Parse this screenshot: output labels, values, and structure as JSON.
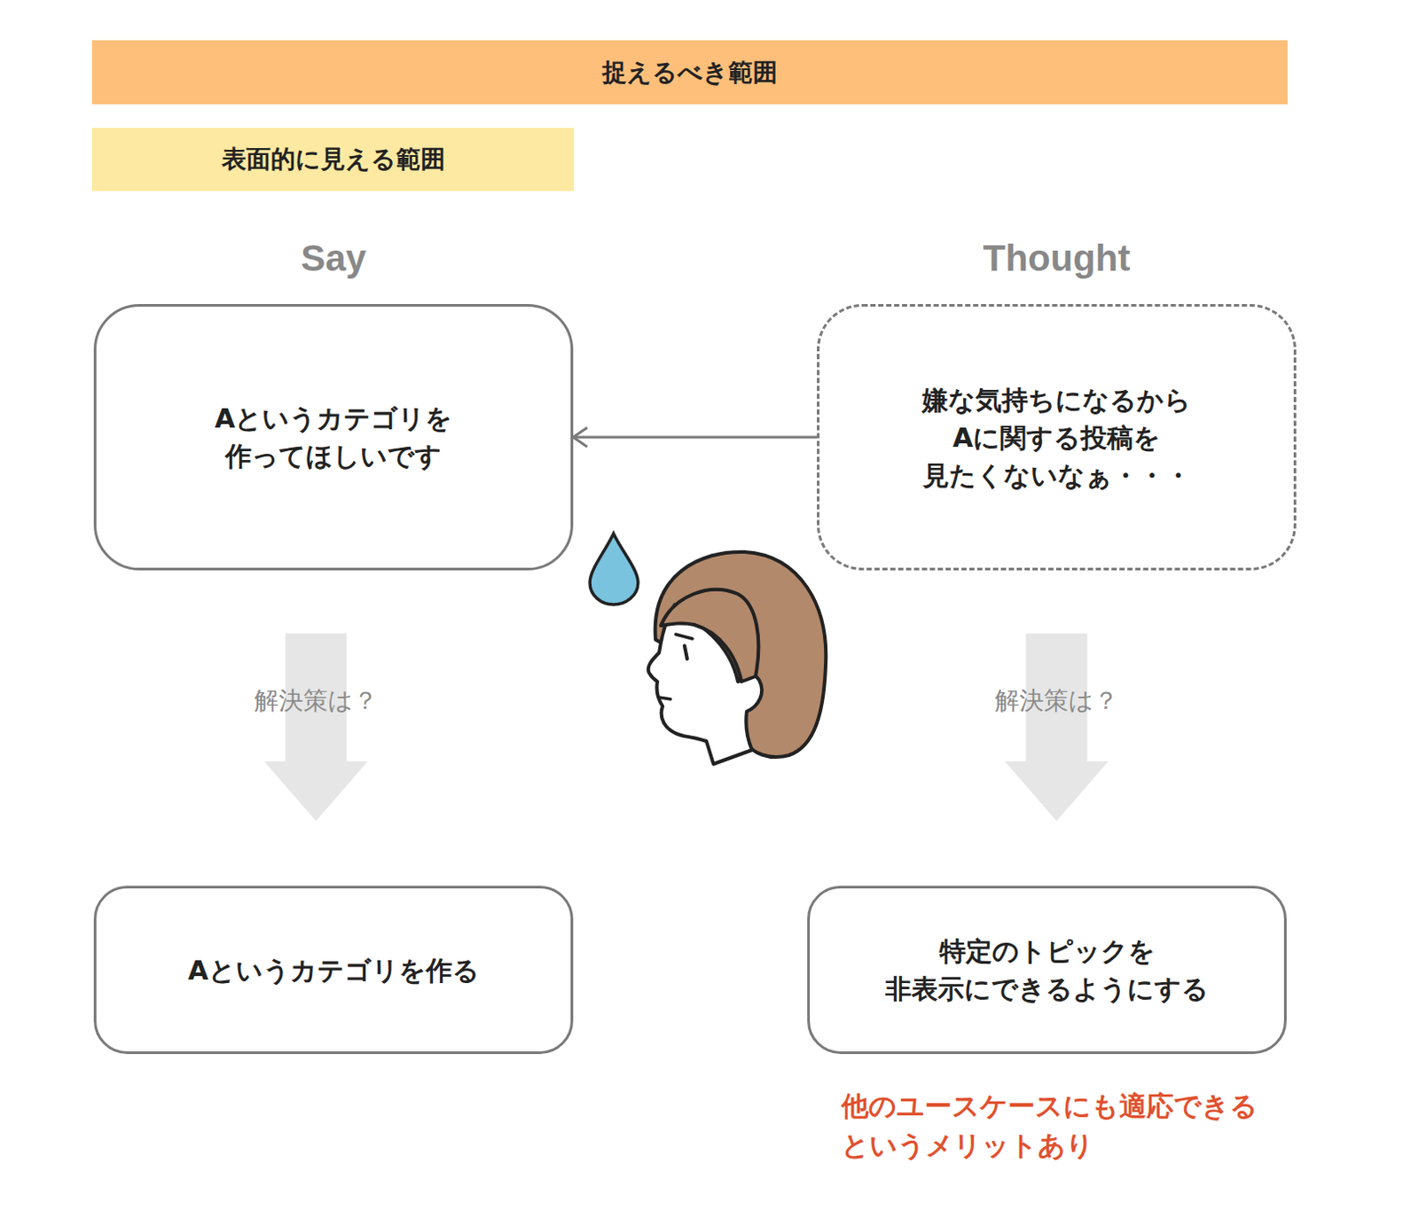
{
  "diagram": {
    "nodes": [
      {
        "text": [
          "捉えるべき範囲"
        ]
      },
      {
        "text": [
          "表面的に見える範囲"
        ]
      },
      {
        "text": [
          "Say",
          "Aというカテゴリを 作ってほしいです"
        ]
      },
      {
        "text": [
          "Thought",
          "嫌な気持ちになるから Aに関する投稿を 見たくないなぁ・・・"
        ]
      },
      {
        "text": [
          "Aというカテゴリを作る"
        ]
      },
      {
        "text": [
          "特定のトピックを 非表示にできるようにする"
        ]
      }
    ],
    "edges": [
      {
        "from": 3,
        "to": 2,
        "arrow": "to"
      },
      {
        "from": 2,
        "to": 4,
        "label": "解決策は？",
        "arrow": "to"
      },
      {
        "from": 3,
        "to": 5,
        "label": "解決策は？",
        "arrow": "to"
      }
    ],
    "labels": [
      "他のユースケースにも適応できる というメリットあり"
    ]
  }
}
